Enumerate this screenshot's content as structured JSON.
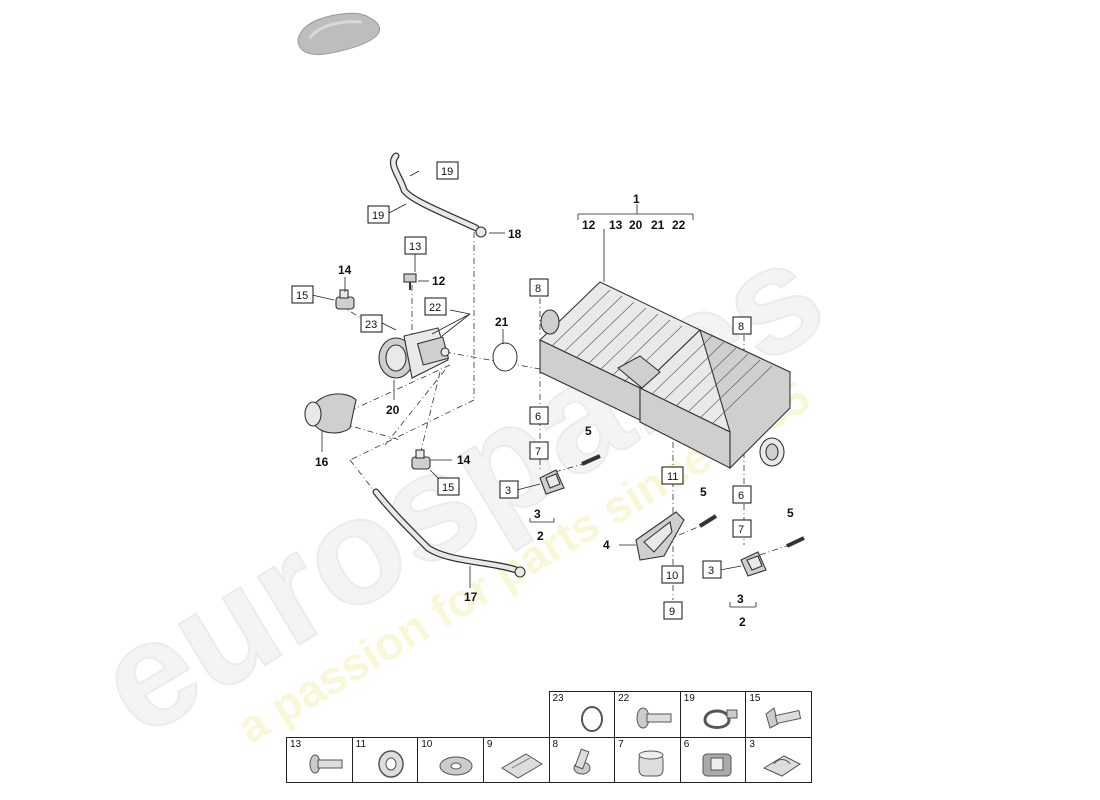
{
  "watermark": {
    "brand": "eurospares",
    "tagline": "a passion for parts since 1985"
  },
  "callouts": {
    "c1": "1",
    "c12a": "12",
    "c13a": "13",
    "c20a": "20",
    "c21a": "21",
    "c22a": "22",
    "c18": "18",
    "c19a": "19",
    "c19b": "19",
    "c13b": "13",
    "c12b": "12",
    "c14a": "14",
    "c15a": "15",
    "c23": "23",
    "c22b": "22",
    "c21b": "21",
    "c20b": "20",
    "c16": "16",
    "c8a": "8",
    "c8b": "8",
    "c6a": "6",
    "c7a": "7",
    "c5a": "5",
    "c3a": "3",
    "c3b": "3",
    "c2a": "2",
    "c14b": "14",
    "c15b": "15",
    "c17": "17",
    "c11": "11",
    "c4": "4",
    "c5b": "5",
    "c10": "10",
    "c9": "9",
    "c6b": "6",
    "c7b": "7",
    "c5c": "5",
    "c3c": "3",
    "c3d": "3",
    "c2b": "2"
  },
  "legend": {
    "row1": [
      "23",
      "22",
      "19",
      "15"
    ],
    "row2": [
      "13",
      "11",
      "10",
      "9",
      "8",
      "7",
      "6",
      "3"
    ],
    "icons_row1": [
      "o-ring-icon",
      "screw-icon",
      "hose-clamp-icon",
      "flange-bolt-icon"
    ],
    "icons_row2": [
      "bolt-icon",
      "grommet-icon",
      "washer-icon",
      "clip-plate-icon",
      "pin-bolt-icon",
      "bushing-icon",
      "rubber-mount-icon",
      "spring-clip-icon"
    ]
  }
}
